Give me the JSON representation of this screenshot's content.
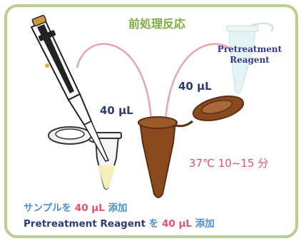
{
  "title": "前処理反応",
  "reagent_label": {
    "line1": "Pretreatment",
    "line2": "Reagent"
  },
  "volume_left": "40 µL",
  "volume_right": "40 µL",
  "incubation": "37℃ 10~15 分",
  "instructions": {
    "line1": {
      "part1": "サンプルを",
      "part2": "40 µL",
      "part3": "添加"
    },
    "line2": {
      "part1": "Pretreatment Reagent",
      "part2": "を",
      "part3": "40 µL",
      "part4": "添加"
    }
  },
  "colors": {
    "border": "#b8cf8f",
    "title": "#7fab3e",
    "brown_tube": "#8a4a1e",
    "arrow": "#e7a3b0",
    "highlight": "#e5506b",
    "navy": "#2e3a7a",
    "blue": "#4f8fc6"
  }
}
